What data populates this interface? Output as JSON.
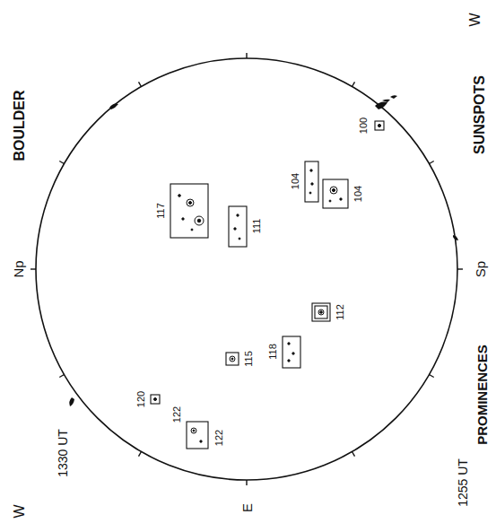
{
  "diagram": {
    "labels": [
      "BOULDER",
      "Np",
      "SUNSPOTS",
      "Sp",
      "W",
      "W",
      "E",
      "PROMINENCES",
      "1255 UT",
      "1330 UT",
      "100",
      "104",
      "104",
      "117",
      "111",
      "112",
      "118",
      "115",
      "120",
      "122",
      "122"
    ]
  }
}
